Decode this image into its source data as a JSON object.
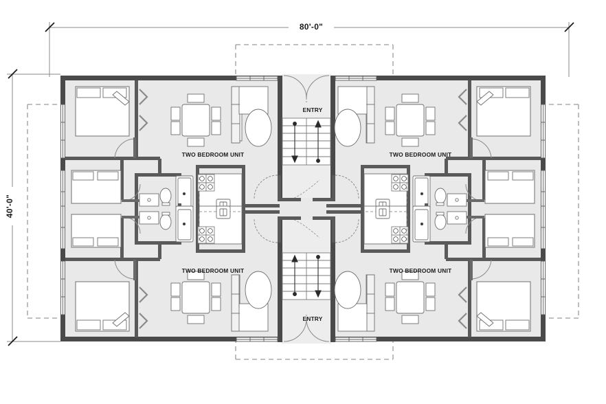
{
  "drawing": {
    "type": "architectural-floor-plan",
    "description": "Apartment building floor plan, four two-bedroom units mirrored about a central double stair core",
    "overall_width_label": "80'-0\"",
    "overall_height_label": "40'-0\"",
    "background_color": "#ffffff",
    "room_fill_color": "#e8e8e8",
    "wall_color": "#4a4a4a",
    "wall_color_dark": "#3c3c3c",
    "line_color": "#6b6b6b",
    "furniture_fill": "#ffffff",
    "furniture_stroke": "#6e6e6e",
    "dash_color": "#8a8a8a",
    "text_color": "#1a1a1a"
  },
  "dimensions": {
    "top": {
      "label": "80'-0\"",
      "name": "overall-building-width"
    },
    "left": {
      "label": "40'-0\"",
      "name": "overall-building-depth"
    }
  },
  "labels": {
    "unit_top_left": "TWO BEDROOM UNIT",
    "unit_top_right": "TWO BEDROOM UNIT",
    "unit_bottom_left": "TWO BEDROOM UNIT",
    "unit_bottom_right": "TWO BEDROOM UNIT",
    "entry_top": "ENTRY",
    "entry_bottom": "ENTRY"
  },
  "legend_symbols": {
    "bed": "double bed with two pillows and turned-down coverlet",
    "dining_table": "rectangular dining table with six chairs",
    "sofa": "L-shaped sectional sofa",
    "coffee_table": "oval coffee table",
    "armchair": "square lounge chair",
    "bathtub": "rectangular bathtub with drain",
    "toilet": "oval water closet",
    "lavatory": "rectangular vanity sink",
    "range": "four-burner cooktop range",
    "kitchen_sink": "double-basin kitchen sink",
    "stair": "straight-run stair with direction arrows",
    "bifold_door": "zigzag bi-fold closet door",
    "swing_door": "quarter-arc swing door",
    "window": "double-line window in exterior wall",
    "balcony_outline": "dashed balcony / overhang above"
  },
  "counts": {
    "units": 4,
    "bedrooms_per_unit": 2,
    "stairs": 2,
    "entries": 2
  }
}
